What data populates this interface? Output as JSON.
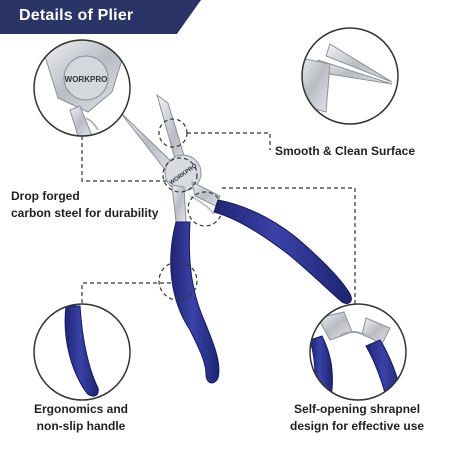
{
  "header": {
    "title": "Details of Plier"
  },
  "brand": {
    "name": "WORKPRO"
  },
  "callouts": {
    "smooth": {
      "line1": "Smooth & Clean Surface"
    },
    "drop_forged": {
      "line1": "Drop forged",
      "line2": "carbon steel for durability"
    },
    "ergonomics": {
      "line1": "Ergonomics and",
      "line2": "non-slip handle"
    },
    "self_opening": {
      "line1": "Self-opening shrapnel",
      "line2": "design for effective use"
    }
  },
  "colors": {
    "header_bg": "#2b3466",
    "handle": "#2f3590",
    "steel": "#c9ccd1"
  }
}
